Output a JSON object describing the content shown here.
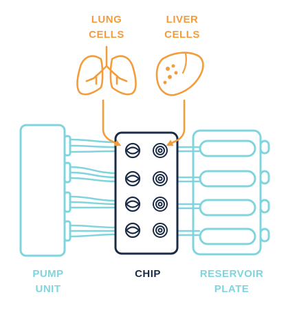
{
  "labels": {
    "lung": [
      "LUNG",
      "CELLS"
    ],
    "liver": [
      "LIVER",
      "CELLS"
    ],
    "pump": [
      "PUMP",
      "UNIT"
    ],
    "chip": "CHIP",
    "reservoir": [
      "RESERVOIR",
      "PLATE"
    ]
  },
  "colors": {
    "orange": "#f39c3c",
    "cyan": "#7fd4dd",
    "navy": "#1a2b45"
  },
  "icons": {
    "lung": "lungs-icon",
    "liver": "liver-icon"
  }
}
